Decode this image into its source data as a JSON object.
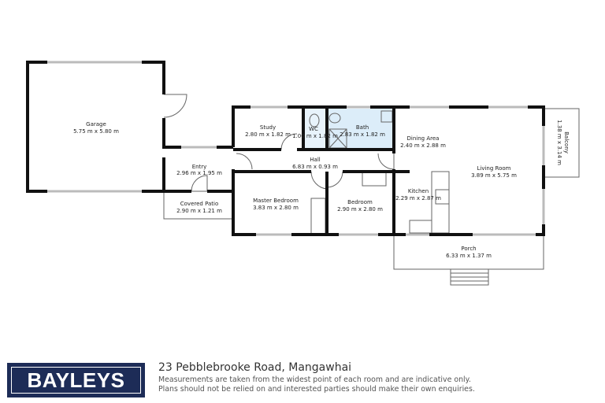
{
  "floorplan": {
    "rooms": [
      {
        "name": "Garage",
        "size": "5.75 m x 5.80 m"
      },
      {
        "name": "Study",
        "size": "2.80 m x 1.82 m"
      },
      {
        "name": "WC",
        "size": "1.00 m x 1.82 m"
      },
      {
        "name": "Bath",
        "size": "2.83 m x 1.82 m"
      },
      {
        "name": "Dining Area",
        "size": "2.40 m x 2.88 m"
      },
      {
        "name": "Living Room",
        "size": "3.89 m x 5.75 m"
      },
      {
        "name": "Balcony",
        "size": "1.38 m x 3.14 m"
      },
      {
        "name": "Hall",
        "size": "6.83 m x 0.93 m"
      },
      {
        "name": "Entry",
        "size": "2.96 m x 1.95 m"
      },
      {
        "name": "Covered Patio",
        "size": "2.90 m x 1.21 m"
      },
      {
        "name": "Master Bedroom",
        "size": "3.83 m x 2.80 m"
      },
      {
        "name": "Bedroom",
        "size": "2.90 m x 2.80 m"
      },
      {
        "name": "Kitchen",
        "size": "2.29 m x 2.87 m"
      },
      {
        "name": "Porch",
        "size": "6.33 m x 1.37 m"
      }
    ],
    "colors": {
      "wall": "#111111",
      "bath_fill": "#dcedf9"
    }
  },
  "footer": {
    "brand": "BAYLEYS",
    "brand_color": "#1d2c57",
    "address": "23 Pebblebrooke Road, Mangawhai",
    "note_line1": "Measurements are taken from the widest point of each room and are indicative only.",
    "note_line2": "Plans should not be relied on and interested parties should make their own enquiries."
  }
}
